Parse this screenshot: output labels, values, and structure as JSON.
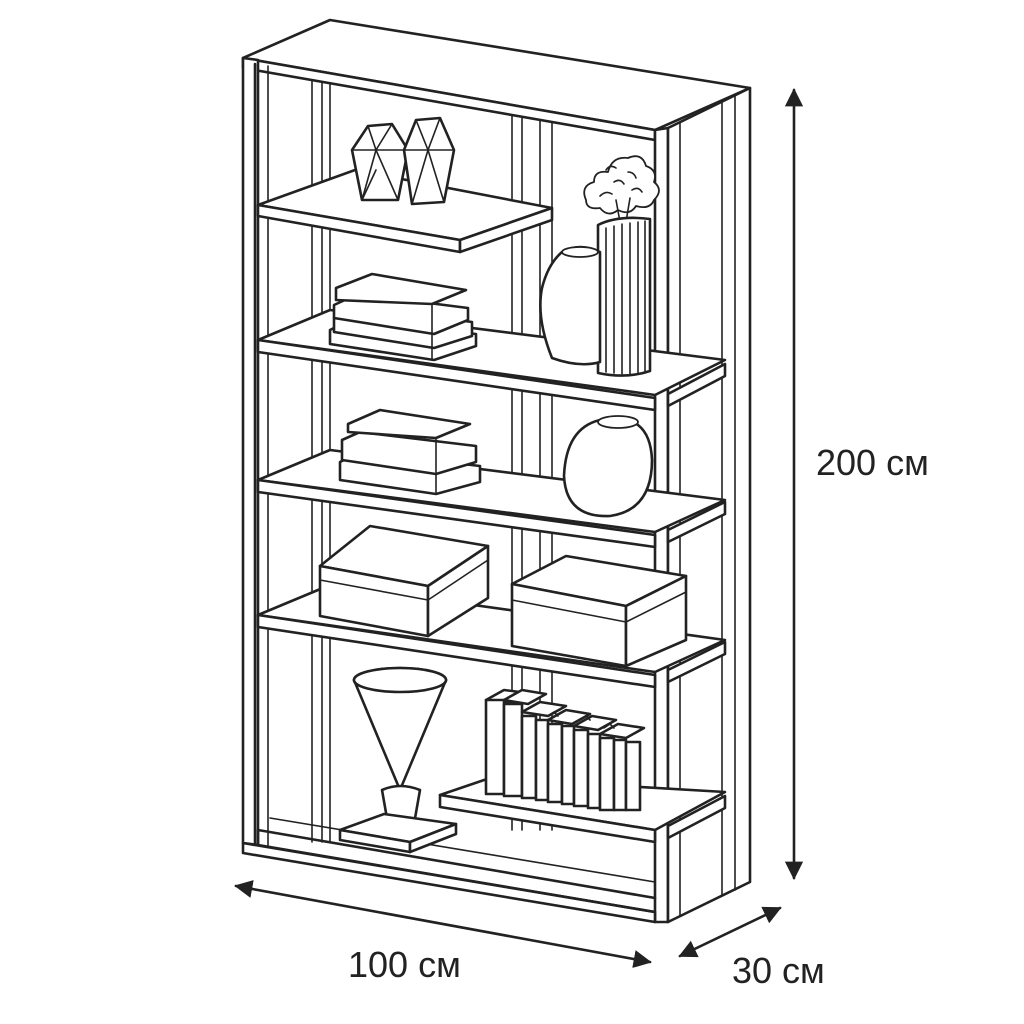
{
  "dimensions": {
    "height": "200 см",
    "width": "100 см",
    "depth": "30 см"
  }
}
